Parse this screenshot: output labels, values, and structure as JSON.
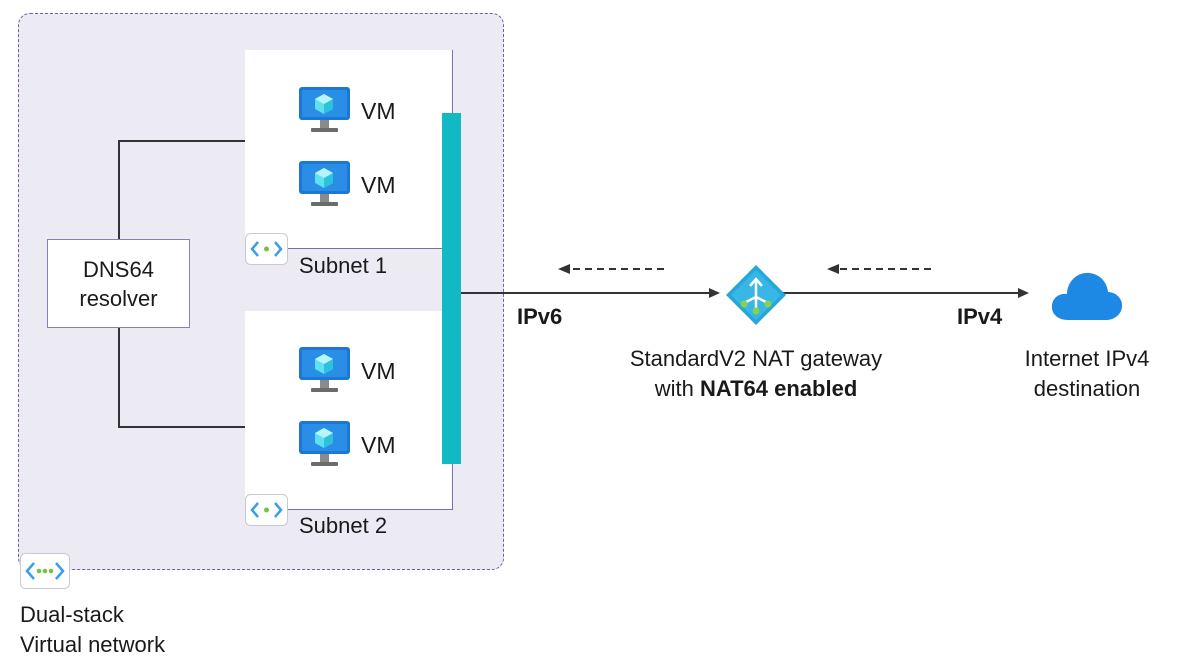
{
  "vnet": {
    "label_line1": "Dual-stack",
    "label_line2": "Virtual network"
  },
  "subnets": [
    {
      "label": "Subnet 1",
      "vms": [
        "VM",
        "VM"
      ]
    },
    {
      "label": "Subnet 2",
      "vms": [
        "VM",
        "VM"
      ]
    }
  ],
  "dns": {
    "line1": "DNS64",
    "line2": "resolver"
  },
  "links": {
    "ipv6": "IPv6",
    "ipv4": "IPv4"
  },
  "gateway": {
    "line1": "StandardV2 NAT gateway",
    "line2_prefix": "with ",
    "line2_bold": "NAT64 enabled"
  },
  "destination": {
    "line1": "Internet IPv4",
    "line2": "destination"
  },
  "colors": {
    "vnet_fill": "#ecebf4",
    "vnet_border": "#7a5aa8",
    "bar": "#10b9c3",
    "cloud": "#1e88e5"
  }
}
